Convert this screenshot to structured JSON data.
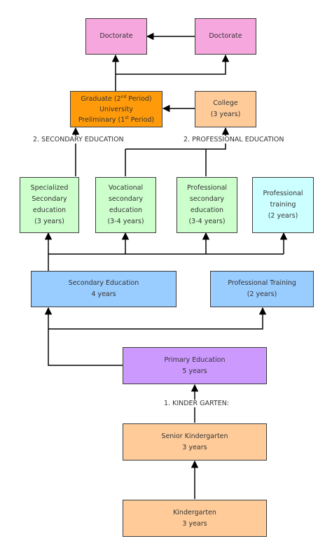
{
  "nodes": {
    "doctorate_left": {
      "label": "Doctorate"
    },
    "doctorate_right": {
      "label": "Doctorate"
    },
    "graduate": {
      "line1_pre": "Graduate (2",
      "line1_sup": "nd",
      "line1_post": " Period)",
      "line2": "University",
      "line3_pre": "Preliminary (1",
      "line3_sup": "st",
      "line3_post": " Period)"
    },
    "college": {
      "line1": "College",
      "line2": "(3 years)"
    },
    "specialized": {
      "lines": [
        "Specialized",
        "Secondary",
        "education",
        "(3 years)"
      ]
    },
    "vocational": {
      "lines": [
        "Vocational",
        "secondary",
        "education",
        "(3-4 years)"
      ]
    },
    "professional_secondary": {
      "lines": [
        "Professional",
        "secondary",
        "education",
        "(3-4 years)"
      ]
    },
    "professional_training_top": {
      "lines": [
        "Professional",
        "training",
        "(2 years)"
      ]
    },
    "secondary_education": {
      "line1": "Secondary Education",
      "line2": "4 years"
    },
    "professional_training": {
      "line1": "Professional Training",
      "line2": "(2 years)"
    },
    "primary_education": {
      "line1": "Primary Education",
      "line2": "5 years"
    },
    "senior_kindergarten": {
      "line1": "Senior Kindergarten",
      "line2": "3 years"
    },
    "kindergarten": {
      "line1": "Kindergarten",
      "line2": "3 years"
    }
  },
  "labels": {
    "secondary_education": "2. SECONDARY EDUCATION",
    "professional_education": "2. PROFESSIONAL EDUCATION",
    "kinder_garten": "1. KINDER GARTEN:"
  },
  "colors": {
    "doctorate": "#f6a7de",
    "graduate": "#ff9a0a",
    "college_kindergarten": "#ffcc99",
    "secondary_tracks": "#ccffcc",
    "professional_training_top": "#ccffff",
    "secondary_primary_blue": "#99ccff",
    "primary_education": "#cc99ff"
  }
}
